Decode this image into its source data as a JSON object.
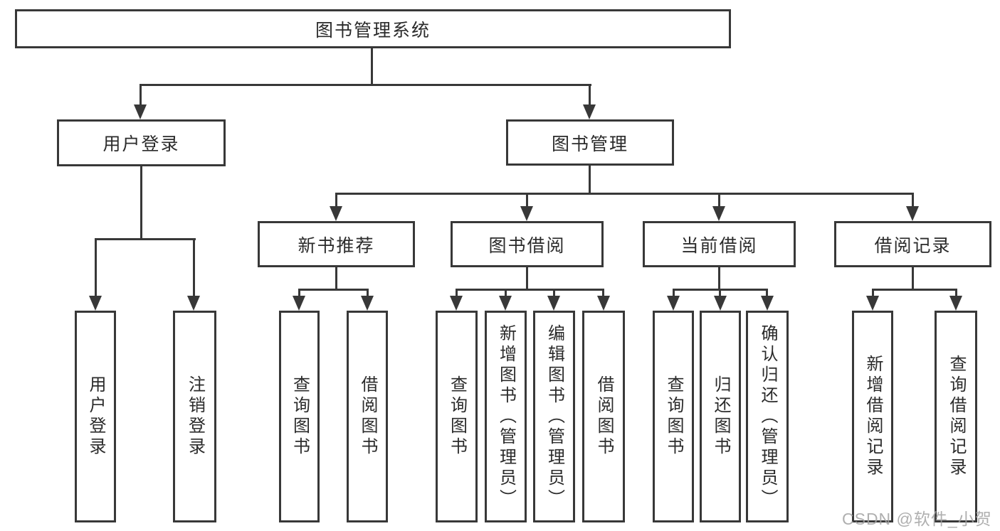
{
  "colors": {
    "line": "#383838",
    "text": "#2b2b2b",
    "box_bg": "#ffffff",
    "bg": "#ffffff",
    "watermark": "#a2a2a2"
  },
  "watermark": "CSDN @软件_小贺同学",
  "tree": {
    "label": "图书管理系统",
    "children": [
      {
        "label": "用户登录",
        "children": [
          {
            "label": "用户登录"
          },
          {
            "label": "注销登录"
          }
        ]
      },
      {
        "label": "图书管理",
        "children": [
          {
            "label": "新书推荐",
            "children": [
              {
                "label": "查询图书"
              },
              {
                "label": "借阅图书"
              }
            ]
          },
          {
            "label": "图书借阅",
            "children": [
              {
                "label": "查询图书"
              },
              {
                "label": "新增图书（管理员）"
              },
              {
                "label": "编辑图书（管理员）"
              },
              {
                "label": "借阅图书"
              }
            ]
          },
          {
            "label": "当前借阅",
            "children": [
              {
                "label": "查询图书"
              },
              {
                "label": "归还图书"
              },
              {
                "label": "确认归还（管理员）"
              }
            ]
          },
          {
            "label": "借阅记录",
            "children": [
              {
                "label": "新增借阅记录"
              },
              {
                "label": "查询借阅记录"
              }
            ]
          }
        ]
      }
    ]
  }
}
